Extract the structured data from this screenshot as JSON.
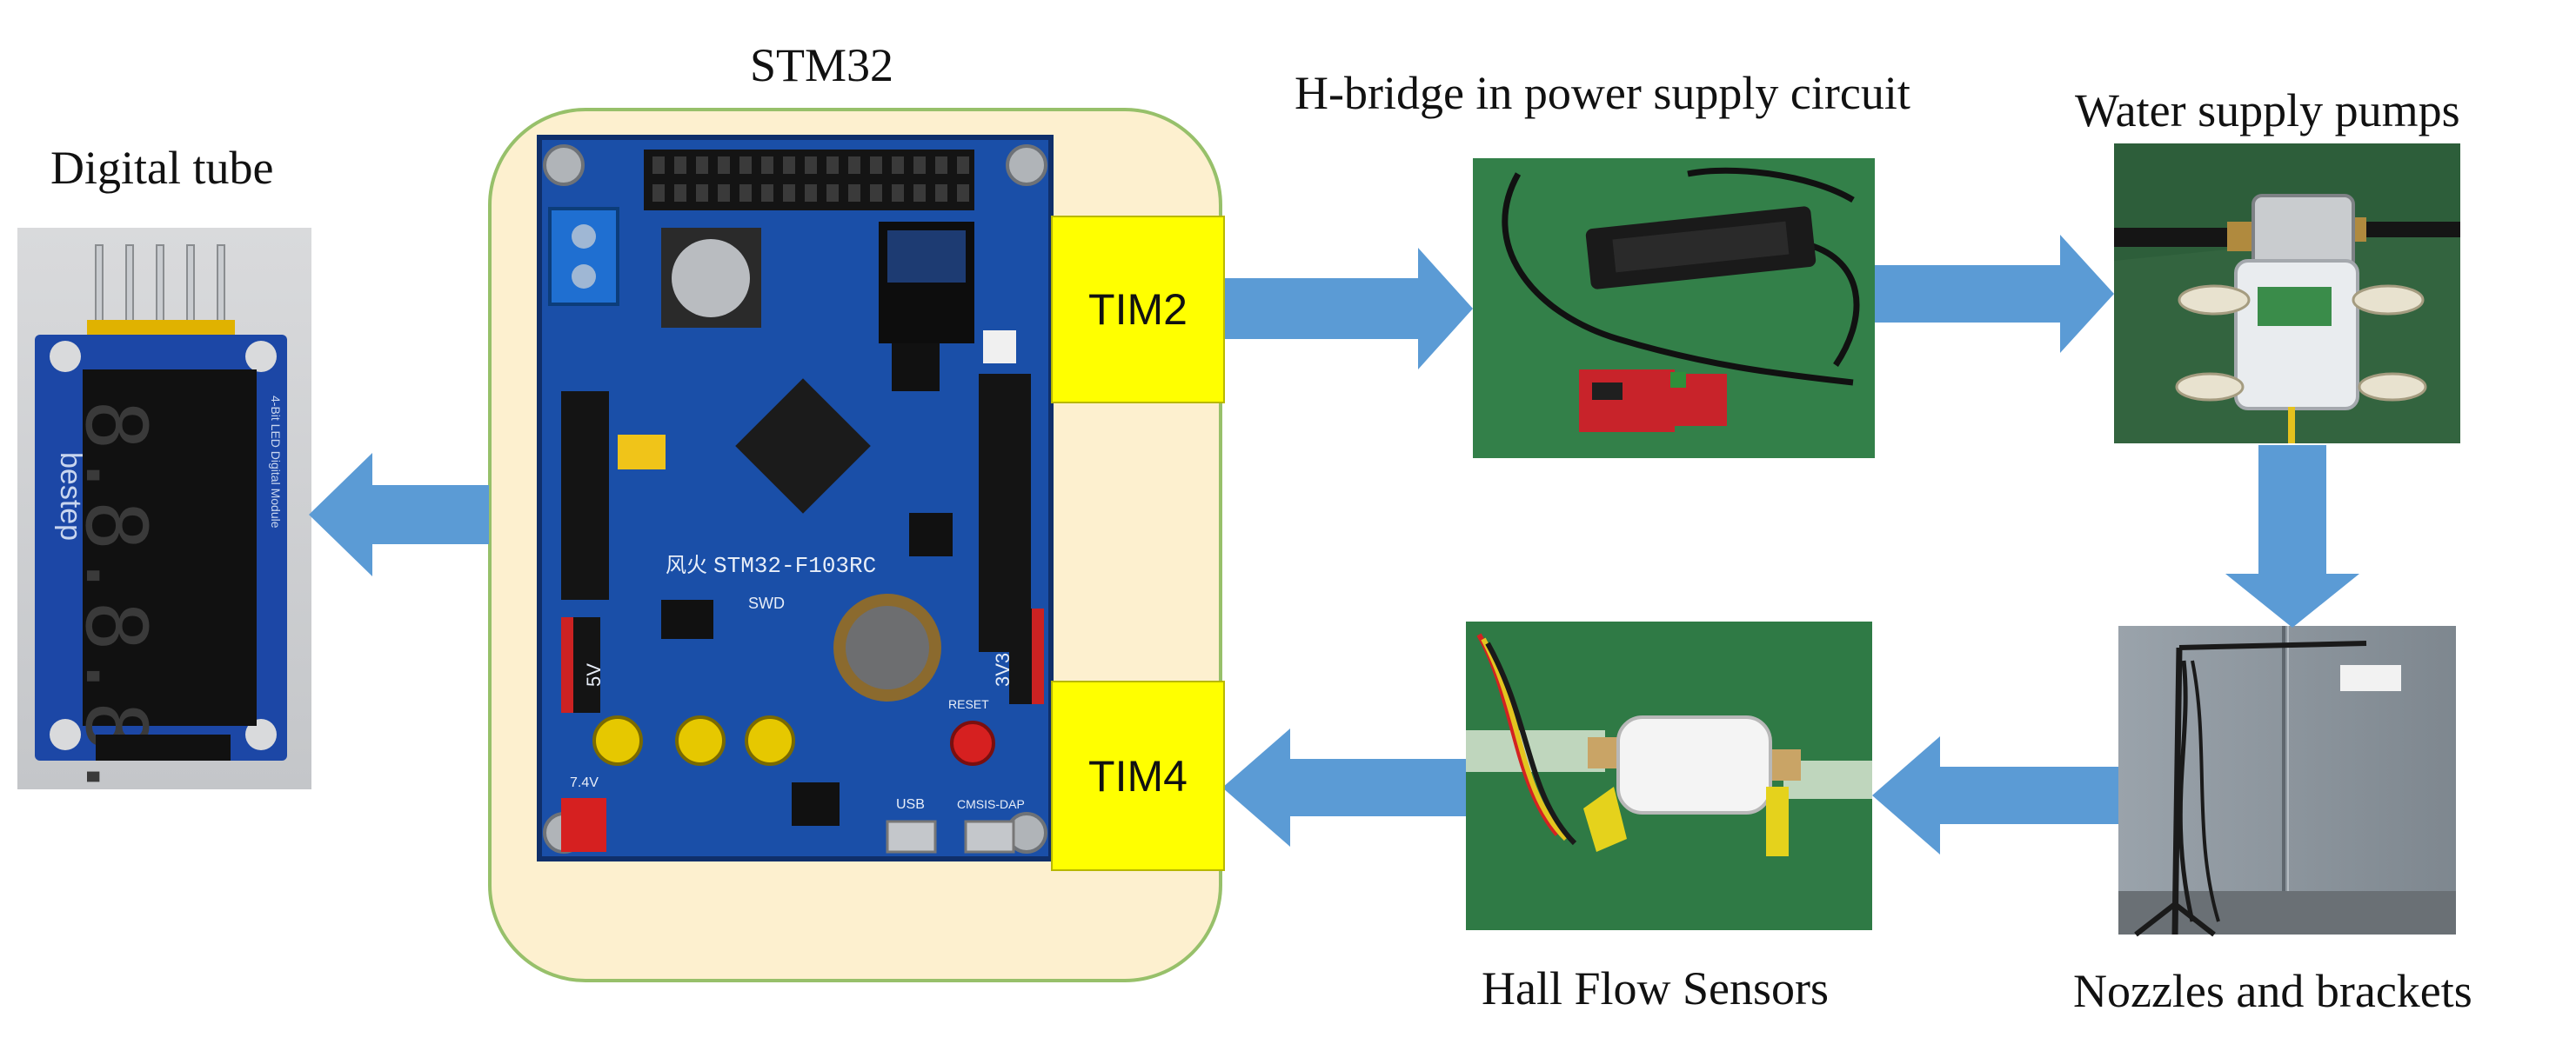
{
  "labels": {
    "stm32": "STM32",
    "digital_tube": "Digital tube",
    "h_bridge": "H-bridge in power supply circuit",
    "pumps": "Water supply pumps",
    "nozzles": "Nozzles and brackets",
    "hall_sensors": "Hall Flow Sensors",
    "tim2": "TIM2",
    "tim4": "TIM4"
  },
  "board_silkscreen": {
    "model": "STM32-F103RC",
    "brand": "风火",
    "swd": "SWD",
    "v5": "5V",
    "v33": "3V3",
    "usb": "USB",
    "cmsis": "CMSIS-DAP",
    "reset": "RESET",
    "v74": "7.4V"
  },
  "tube_silkscreen": {
    "brand": "bestep",
    "module": "4-Bit LED Digital Module",
    "digits": "8.8.8.8."
  },
  "colors": {
    "arrow": "#5b9bd5",
    "stm32_panel": "#fdf0cf",
    "stm32_border": "#97c06a",
    "tim_fill": "#ffff00",
    "pcb_blue": "#1a4fa8",
    "pcb_green": "#2f7a45"
  }
}
